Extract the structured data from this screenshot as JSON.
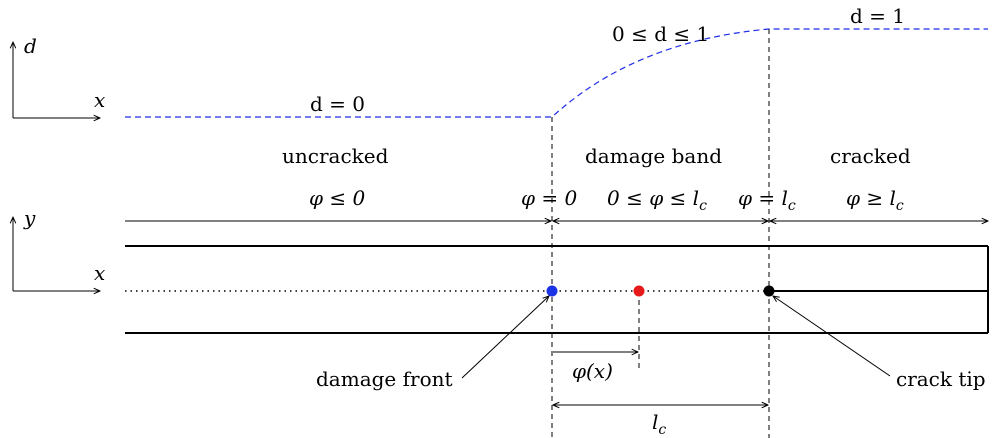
{
  "damage_profile": {
    "color": "#1f2ee8",
    "label_left": "d = 0",
    "label_mid": "0 ≤ d ≤ 1",
    "label_right": "d = 1"
  },
  "axes": {
    "top": {
      "vertical": "d",
      "horizontal": "x"
    },
    "bottom": {
      "vertical": "y",
      "horizontal": "x"
    }
  },
  "regions": {
    "uncracked": "uncracked",
    "damage_band": "damage band",
    "cracked": "cracked"
  },
  "phi_labels": {
    "left": "φ ≤ 0",
    "front": "φ = 0",
    "band": "0 ≤ φ ≤ l",
    "band_sub": "c",
    "tip": "φ = l",
    "tip_sub": "c",
    "right": "φ ≥ l",
    "right_sub": "c"
  },
  "points": {
    "front_color": "#1a33e6",
    "mid_color": "#e61a1a",
    "tip_color": "#000000"
  },
  "annotations": {
    "damage_front": "damage front",
    "crack_tip": "crack tip",
    "phi_x": "φ(x)",
    "lc": "l",
    "lc_sub": "c"
  }
}
